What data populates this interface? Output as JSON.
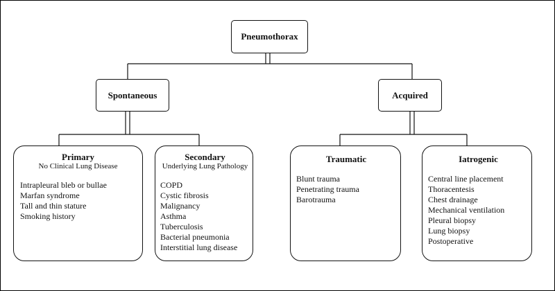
{
  "root": {
    "label": "Pneumothorax"
  },
  "level1": {
    "spontaneous": {
      "label": "Spontaneous"
    },
    "acquired": {
      "label": "Acquired"
    }
  },
  "leaves": {
    "primary": {
      "title": "Primary",
      "subtitle": "No Clinical Lung Disease",
      "items": [
        "Intrapleural bleb or bullae",
        "Marfan syndrome",
        "Tall and thin stature",
        "Smoking history"
      ]
    },
    "secondary": {
      "title": "Secondary",
      "subtitle": "Underlying Lung Pathology",
      "items": [
        "COPD",
        "Cystic fibrosis",
        "Malignancy",
        "Asthma",
        "Tuberculosis",
        "Bacterial pneumonia",
        "Interstitial lung disease"
      ]
    },
    "traumatic": {
      "title": "Traumatic",
      "items": [
        "Blunt trauma",
        "Penetrating trauma",
        "Barotrauma"
      ]
    },
    "iatrogenic": {
      "title": "Iatrogenic",
      "items": [
        "Central line placement",
        "Thoracentesis",
        "Chest drainage",
        "Mechanical ventilation",
        "Pleural biopsy",
        "Lung biopsy",
        "Postoperative"
      ]
    }
  }
}
